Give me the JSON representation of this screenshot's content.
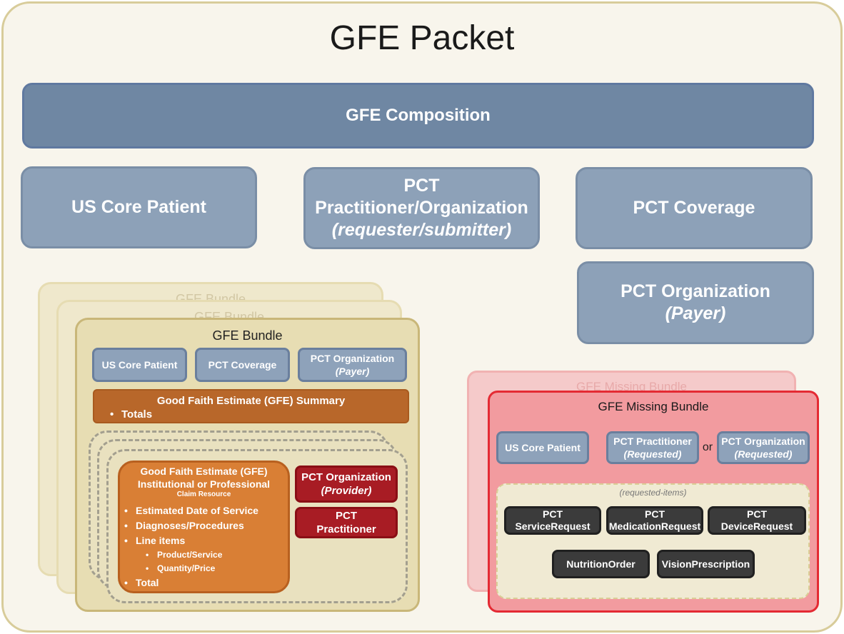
{
  "packet": {
    "title": "GFE Packet",
    "composition": "GFE Composition",
    "us_core_patient": "US Core Patient",
    "pct_practitioner_line1": "PCT",
    "pct_practitioner_line2": "Practitioner/Organization",
    "pct_practitioner_line3": "(requester/submitter)",
    "pct_coverage": "PCT Coverage",
    "pct_org_payer_line1": "PCT Organization",
    "pct_org_payer_line2": "(Payer)"
  },
  "gfe_bundle": {
    "ghost_title": "GFE Bundle",
    "title": "GFE Bundle",
    "us_core_patient": "US Core Patient",
    "pct_coverage": "PCT Coverage",
    "pct_org_payer_line1": "PCT Organization",
    "pct_org_payer_line2": "(Payer)",
    "summary_title": "Good Faith Estimate (GFE) Summary",
    "summary_item": "Totals",
    "claim_title_line1": "Good Faith Estimate (GFE)",
    "claim_title_line2": "Institutional  or Professional",
    "claim_title_line3": "Claim Resource",
    "claim_items": [
      "Estimated Date of Service",
      "Diagnoses/Procedures",
      "Line items"
    ],
    "claim_subitems": [
      "Product/Service",
      "Quantity/Price"
    ],
    "claim_total": "Total",
    "pct_org_provider_line1": "PCT Organization",
    "pct_org_provider_line2": "(Provider)",
    "pct_practitioner_line1": "PCT",
    "pct_practitioner_line2": "Practitioner"
  },
  "missing_bundle": {
    "ghost_title": "GFE Missing Bundle",
    "title": "GFE Missing Bundle",
    "us_core_patient": "US Core Patient",
    "pct_practitioner_line1": "PCT Practitioner",
    "pct_practitioner_line2": "(Requested)",
    "or_label": "or",
    "pct_org_line1": "PCT Organization",
    "pct_org_line2": "(Requested)",
    "requested_items_label": "(requested-items)",
    "service_request_line1": "PCT",
    "service_request_line2": "ServiceRequest",
    "medication_request_line1": "PCT",
    "medication_request_line2": "MedicationRequest",
    "device_request": "PCT DeviceRequest",
    "nutrition_order": "NutritionOrder",
    "vision_prescription": "VisionPrescription"
  },
  "colors": {
    "composition": "#6f87a3",
    "resource_blue": "#8da1b8",
    "summary_orange": "#b8672a",
    "claim_orange": "#d97f35",
    "provider_red": "#a81c24",
    "missing_red": "#e42a33",
    "request_dark": "#3b3b3b"
  }
}
